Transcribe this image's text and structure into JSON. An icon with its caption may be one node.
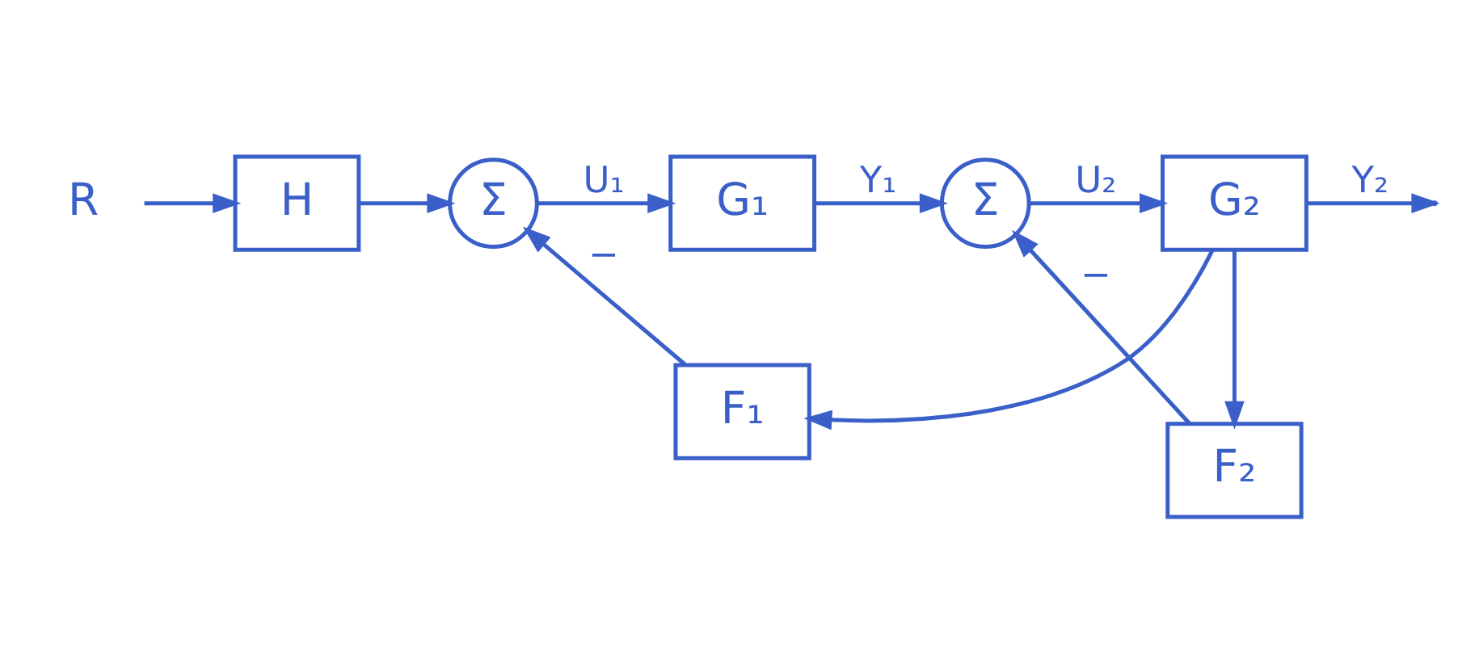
{
  "diagram": {
    "nodes": [
      {
        "text": [
          "R"
        ]
      },
      {
        "text": [
          "H"
        ]
      },
      {
        "text": [
          "Σ"
        ]
      },
      {
        "text": [
          "G₁"
        ]
      },
      {
        "text": [
          "Σ"
        ]
      },
      {
        "text": [
          "G₂"
        ]
      },
      {
        "text": [
          "F₂"
        ]
      },
      {
        "text": [
          "F₁"
        ]
      }
    ],
    "edges": [
      {
        "from": 0,
        "to": 1,
        "arrow": "to"
      },
      {
        "from": 1,
        "to": 2,
        "arrow": "to"
      },
      {
        "from": 2,
        "to": 3,
        "label": "U₁",
        "arrow": "to"
      },
      {
        "from": 3,
        "to": 4,
        "label": "Y₁",
        "arrow": "to"
      },
      {
        "from": 4,
        "to": 5,
        "label": "U₂",
        "arrow": "to"
      },
      {
        "from": 5,
        "to": null,
        "label": "Y₂",
        "arrow": "to"
      },
      {
        "from": 5,
        "to": 6,
        "arrow": "to"
      },
      {
        "from": 5,
        "to": 7,
        "arrow": "to"
      },
      {
        "from": 6,
        "to": 4,
        "label": "−",
        "arrow": "to"
      },
      {
        "from": 7,
        "to": 2,
        "label": "−",
        "arrow": "to"
      }
    ]
  }
}
